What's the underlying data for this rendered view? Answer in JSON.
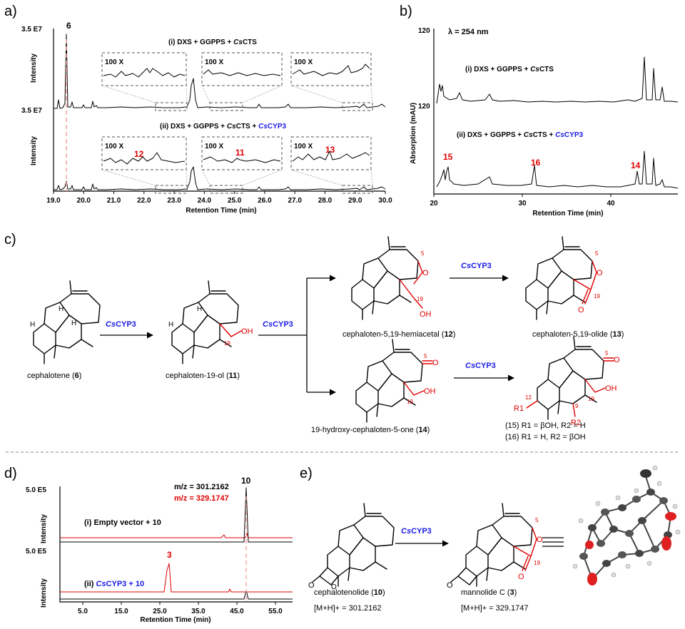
{
  "panels": {
    "a": {
      "letter": "a)",
      "scale_top": "3.5 E7",
      "scale_bottom": "3.5 E7",
      "ylabel": "Intensity",
      "xlabel": "Retention Time (min)",
      "xticks": [
        "19.0",
        "20.0",
        "21.0",
        "22.0",
        "23.0",
        "24.0",
        "25.0",
        "26.0",
        "27.0",
        "28.0",
        "29.0",
        "30.0"
      ],
      "peak_top": "6",
      "trace_i_label": {
        "prefix": "(i) DXS + GGPPS + ",
        "italic": "Cs",
        "suffix": "CTS"
      },
      "trace_ii_label": {
        "prefix": "(ii) DXS + GGPPS + ",
        "italic1": "Cs",
        "mid": "CTS + ",
        "italic2": "Cs",
        "suffix": "CYP3"
      },
      "zoom_label": "100 X",
      "zoom_peaks": [
        "12",
        "11",
        "13"
      ]
    },
    "b": {
      "letter": "b)",
      "lambda": "λ = 254 nm",
      "y_top": "120",
      "y_mid": "120",
      "ylabel": "Absorption (mAU)",
      "xlabel": "Retention Time (min)",
      "xticks": [
        "20",
        "30",
        "40"
      ],
      "trace_i_label": {
        "prefix": "(i) DXS + GGPPS + ",
        "italic": "Cs",
        "suffix": "CTS"
      },
      "trace_ii_label": {
        "prefix": "(ii) DXS + GGPPS + ",
        "italic1": "Cs",
        "mid": "CTS + ",
        "italic2": "Cs",
        "suffix": "CYP3"
      },
      "peaks": [
        "15",
        "16",
        "14"
      ]
    },
    "c": {
      "letter": "c)",
      "enzyme_italic": "Cs",
      "enzyme_rest": "CYP3",
      "compounds": {
        "c6": {
          "name": "cephalotene (",
          "num": "6",
          "close": ")"
        },
        "c11": {
          "name": "cephaloten-19-ol (",
          "num": "11",
          "close": ")"
        },
        "c12": {
          "name": "cephaloten-5,19-hemiacetal (",
          "num": "12",
          "close": ")"
        },
        "c13": {
          "name": "cephaloten-5,19-olide (",
          "num": "13",
          "close": ")"
        },
        "c14": {
          "name": "19-hydroxy-cephaloten-5-one (",
          "num": "14",
          "close": ")"
        },
        "c15": "(15) R1 = βOH, R2 = H",
        "c16": "(16) R1 = H, R2 = βOH"
      },
      "atoms": {
        "oh": "OH",
        "o": "O",
        "n19": "19",
        "n5": "5",
        "n12": "12",
        "n9": "9",
        "r1": "R1",
        "r2": "R2",
        "h": "H"
      }
    },
    "d": {
      "letter": "d)",
      "scale_top": "5.0 E5",
      "scale_bottom": "5.0 E5",
      "ylabel": "Intensity",
      "xlabel": "Retention Time (min)",
      "xticks": [
        "5.0",
        "15.0",
        "25.0",
        "35.0",
        "45.0",
        "55.0"
      ],
      "mz_black": "m/z = 301.2162",
      "mz_red": "m/z = 329.1747",
      "peak10": "10",
      "peak3": "3",
      "trace_i_label": "(i) Empty vector + 10",
      "trace_ii_label": {
        "prefix": "(ii) ",
        "italic": "Cs",
        "suffix": "CYP3 + 10"
      }
    },
    "e": {
      "letter": "e)",
      "c10": {
        "name": "cephalotenolide (",
        "num": "10",
        "close": ")",
        "mass": "[M+H]+ = 301.2162"
      },
      "c3": {
        "name": "mannolide C (",
        "num": "3",
        "close": ")",
        "mass": "[M+H]+ = 329.1747"
      }
    }
  },
  "colors": {
    "black": "#000000",
    "red": "#e00000",
    "blue": "#1a1ae6",
    "pink_dash": "#f4a6a6"
  }
}
